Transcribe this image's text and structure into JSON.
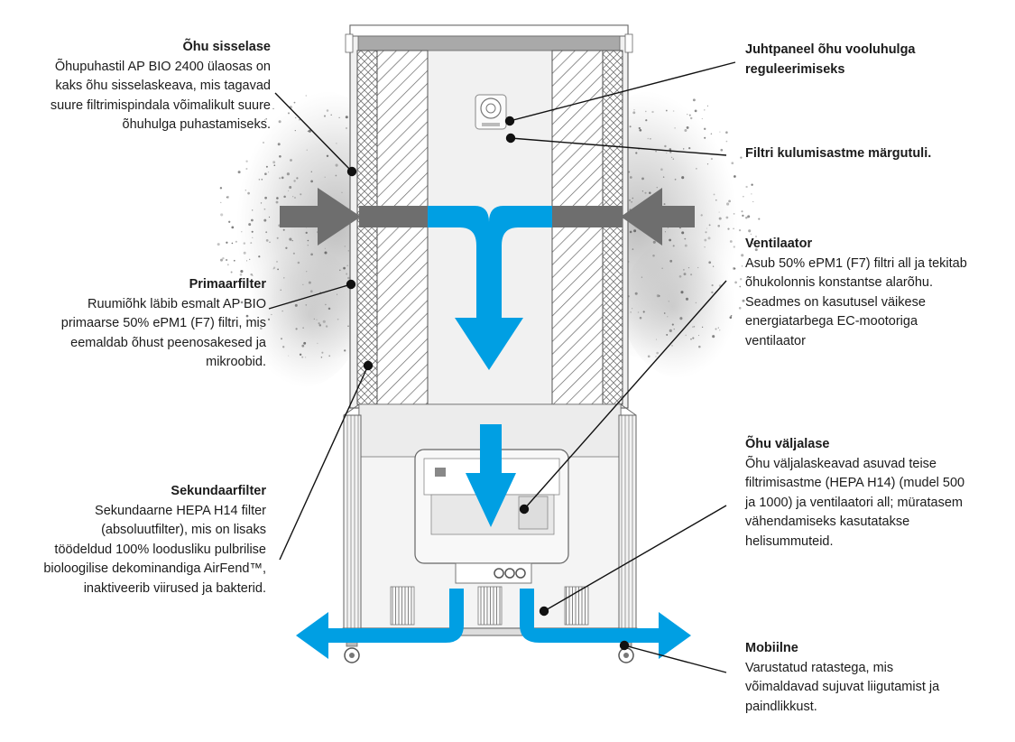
{
  "labels": {
    "air_inlet": {
      "title": "Õhu sisselase",
      "body": "Õhupuhastil AP BIO 2400 ülaosas on\nkaks õhu sisselaskeava, mis tagavad\nsuure filtrimispindala võimalikult suure\nõhuhulga puhastamiseks."
    },
    "primary_filter": {
      "title": "Primaarfilter",
      "body": "Ruumiõhk läbib esmalt AP BIO\nprimaarse 50% ePM1 (F7) filtri, mis\neemaldab õhust peenosakesed ja\nmikroobid."
    },
    "secondary_filter": {
      "title": "Sekundaarfilter",
      "body": "Sekundaarne HEPA H14 filter\n(absoluutfilter), mis on lisaks\ntöödeldud 100% loodusliku pulbrilise\nbioloogilise dekominandiga AirFend™,\ninaktiveerib viirused ja bakterid."
    },
    "control_panel": {
      "title": "Juhtpaneel õhu vooluhulga\nreguleerimiseks"
    },
    "filter_wear": {
      "title": "Filtri kulumisastme märgutuli."
    },
    "fan": {
      "title": "Ventilaator",
      "body": "Asub 50% ePM1 (F7) filtri all ja tekitab\nõhukolonnis konstantse alarõhu.\nSeadmes on kasutusel väikese\nenergiatarbega EC-mootoriga\nventilaator"
    },
    "air_outlet": {
      "title": "Õhu väljalase",
      "body": "Õhu väljalaskeavad asuvad teise\nfiltrimisastme (HEPA H14) (mudel 500\nja 1000) ja ventilaatori all; müratasem\nvähendamiseks kasutatakse\nhelisummuteid."
    },
    "mobile": {
      "title": "Mobiilne",
      "body": "Varustatud ratastega, mis\nvõimaldavad sujuvat liigutamist ja\npaindlikkust."
    }
  },
  "colors": {
    "airflow_blue": "#009fe3",
    "dirty_air_gray": "#6e6e6e",
    "outline": "#555555",
    "panel_light": "#efefef"
  }
}
